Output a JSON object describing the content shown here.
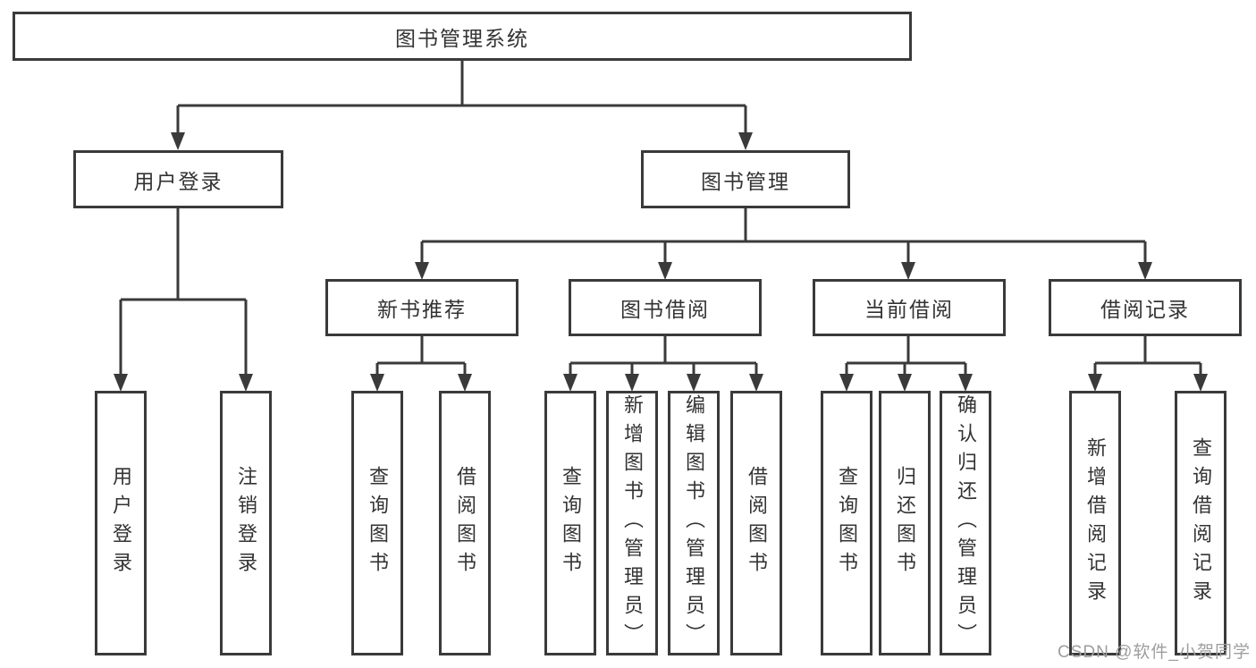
{
  "colors": {
    "line": "#3a3a3a",
    "text": "#333333",
    "watermark": "#9e9e9e",
    "background": "#ffffff"
  },
  "tree": {
    "root": "图书管理系统",
    "branches": [
      {
        "label": "用户登录",
        "leaves": [
          "用户登录",
          "注销登录"
        ]
      },
      {
        "label": "图书管理",
        "groups": [
          {
            "label": "新书推荐",
            "leaves": [
              "查询图书",
              "借阅图书"
            ]
          },
          {
            "label": "图书借阅",
            "leaves": [
              "查询图书",
              "新增图书（管理员）",
              "编辑图书（管理员）",
              "借阅图书"
            ]
          },
          {
            "label": "当前借阅",
            "leaves": [
              "查询图书",
              "归还图书",
              "确认归还（管理员）"
            ]
          },
          {
            "label": "借阅记录",
            "leaves": [
              "新增借阅记录",
              "查询借阅记录"
            ]
          }
        ]
      }
    ]
  },
  "watermark": {
    "text": "CSDN @软件_小贺同学"
  }
}
